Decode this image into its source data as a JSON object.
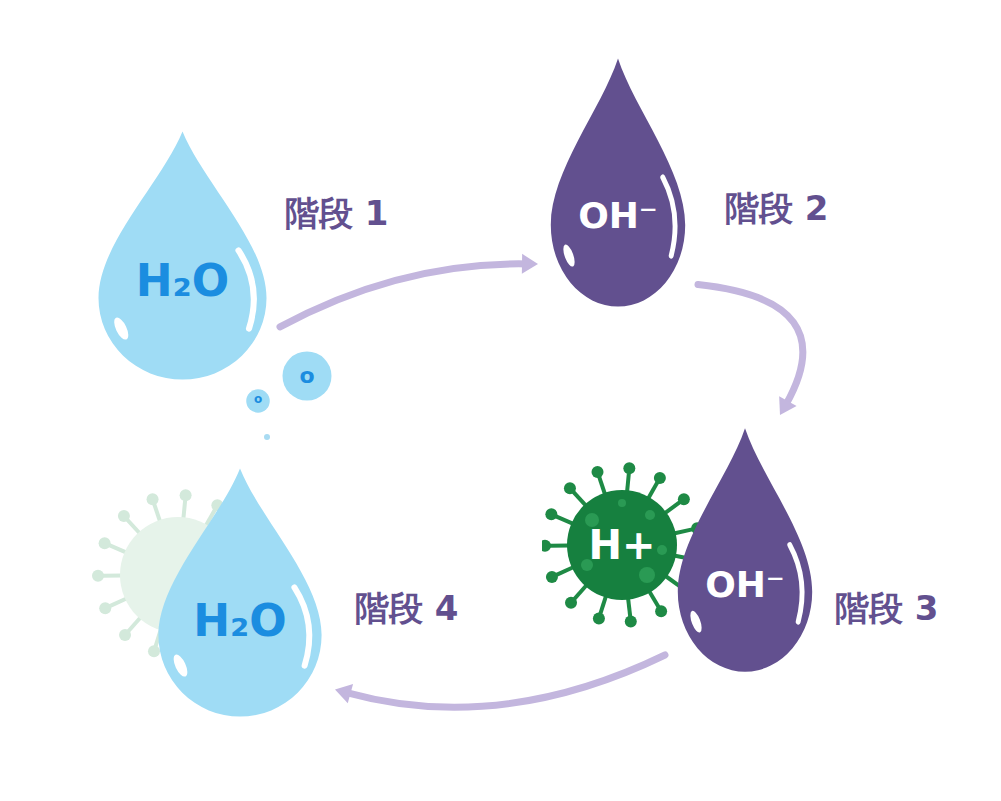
{
  "diagram": {
    "nodes": [
      {
        "text": [
          "H₂O",
          "階段 1"
        ]
      },
      {
        "text": [
          "o"
        ]
      },
      {
        "text": [
          "o"
        ]
      },
      {
        "text": [
          "OH⁻",
          "階段 2"
        ]
      },
      {
        "text": [
          "H+"
        ]
      },
      {
        "text": [
          "OH⁻",
          "階段 3"
        ]
      },
      {
        "text": [
          "H₂O",
          "階段 4"
        ]
      }
    ],
    "edges": [
      {
        "from": 0,
        "to": 3,
        "arrow": "to"
      },
      {
        "from": 3,
        "to": 5,
        "arrow": "to"
      },
      {
        "from": 5,
        "to": 6,
        "arrow": "to"
      }
    ]
  }
}
